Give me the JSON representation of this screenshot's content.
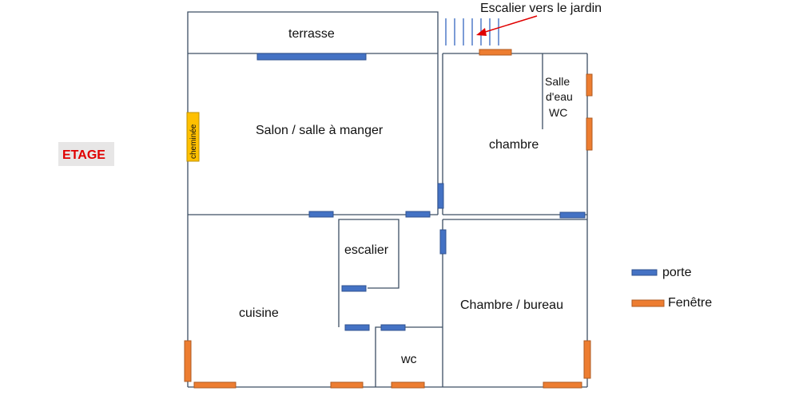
{
  "floor_label": "ETAGE",
  "rooms": {
    "terrasse": "terrasse",
    "salon": "Salon / salle à manger",
    "chambre": "chambre",
    "salle_eau_line1": "Salle",
    "salle_eau_line2": "d'eau",
    "salle_eau_line3": "WC",
    "escalier": "escalier",
    "cuisine": "cuisine",
    "chambre_bureau": "Chambre / bureau",
    "wc": "wc"
  },
  "fireplace_label": "cheminée",
  "annotation": "Escalier vers le jardin",
  "legend": {
    "door": "porte",
    "window": "Fenêtre"
  },
  "colors": {
    "door": "#4472c4",
    "window": "#ed7d31",
    "fireplace": "#ffc000",
    "floor_label": "#e00000",
    "walls": "#3d4f63"
  }
}
